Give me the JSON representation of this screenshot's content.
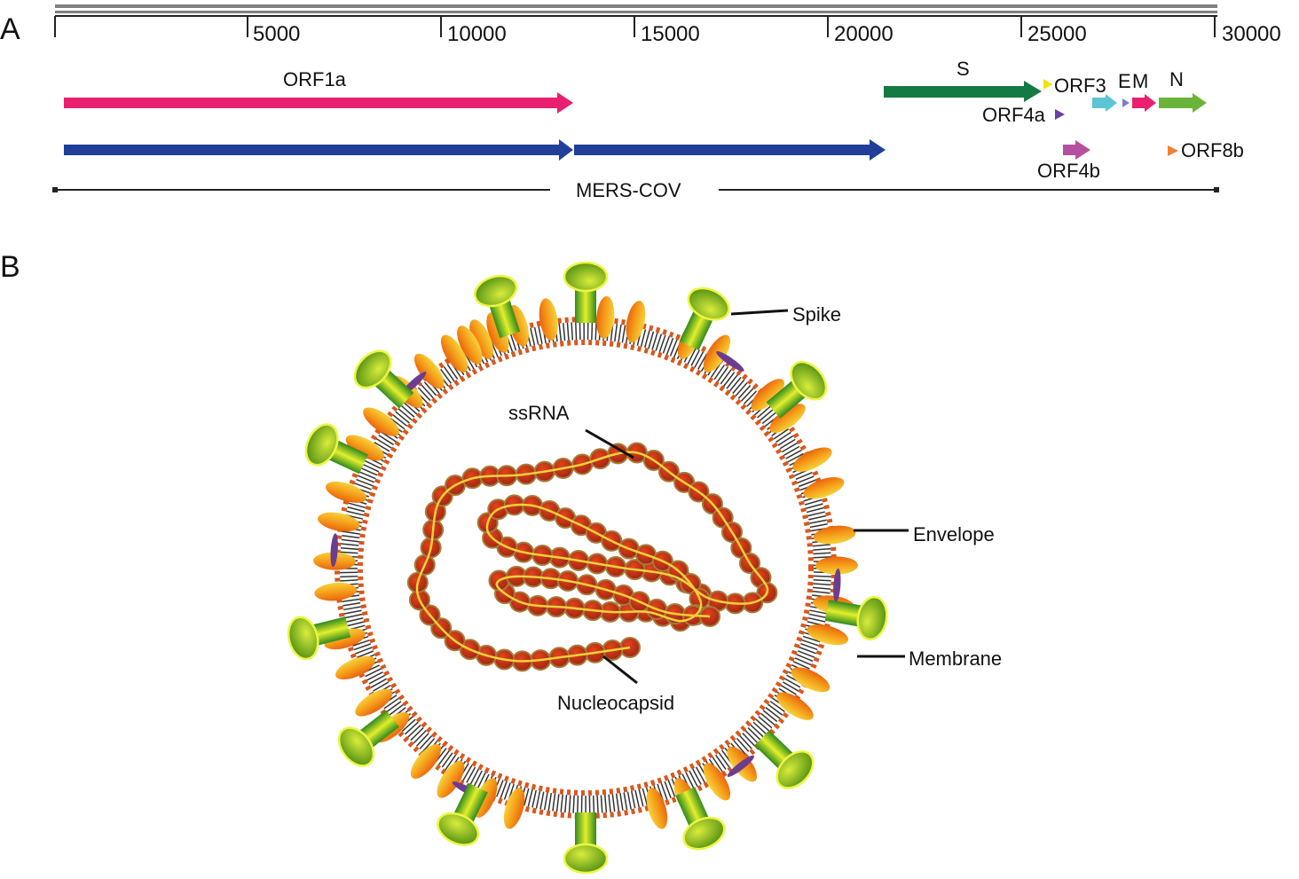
{
  "panels": {
    "a": "A",
    "b": "B"
  },
  "genome": {
    "scale_ticks": [
      "5000",
      "10000",
      "15000",
      "20000",
      "25000",
      "30000"
    ],
    "genes": {
      "orf1a": {
        "label": "ORF1a",
        "color": "#e8206f"
      },
      "orf1b": {
        "label": "",
        "color": "#1f3f99"
      },
      "s": {
        "label": "S",
        "color": "#137a43"
      },
      "orf3": {
        "label": "ORF3",
        "color": "#f2e300"
      },
      "orf4a": {
        "label": "ORF4a",
        "color": "#6a3fa3"
      },
      "orf4b": {
        "label": "ORF4b",
        "color": "#b4509f"
      },
      "e": {
        "label": "E",
        "color": "#7b7fd0"
      },
      "m": {
        "label": "M",
        "color": "#e8206f"
      },
      "n": {
        "label": "N",
        "color": "#6bb43a"
      },
      "orf3b_box": {
        "label": "",
        "color": "#5bc5d6"
      },
      "orf8b": {
        "label": "ORF8b",
        "color": "#f08033"
      }
    },
    "genome_label": "MERS-COV"
  },
  "virion": {
    "labels": {
      "spike": "Spike",
      "envelope": "Envelope",
      "membrane": "Membrane",
      "ssrna": "ssRNA",
      "nucleocapsid": "Nucleocapsid"
    },
    "colors": {
      "spike_green": "#6fae1e",
      "spike_yellow": "#e4ef3a",
      "membrane_orange": "#f39a1a",
      "envelope_purple": "#6b3d8f",
      "bilayer_head": "#d9571c",
      "nucleocapsid_bead": "#c9331a",
      "rna_strand": "#f2d23a"
    }
  }
}
